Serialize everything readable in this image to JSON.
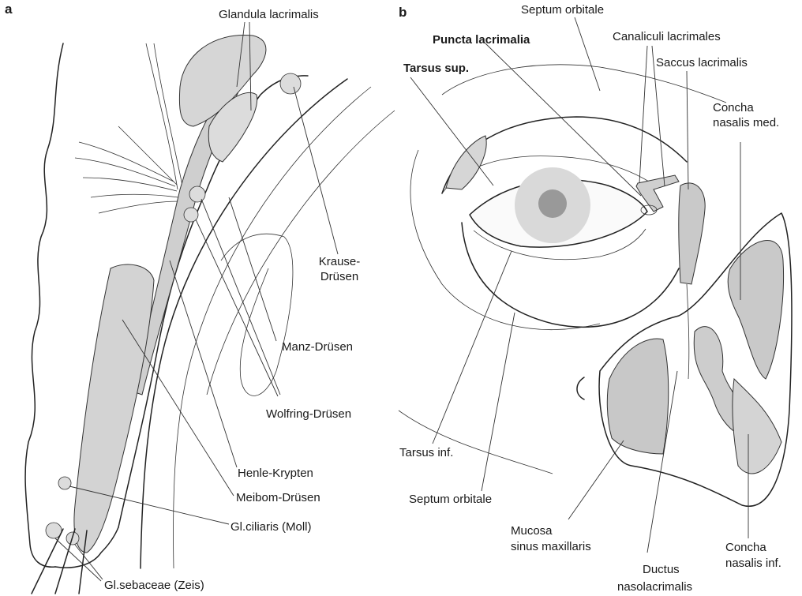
{
  "panels": {
    "a": "a",
    "b": "b"
  },
  "labels_a": {
    "glandula_lacrimalis": "Glandula lacrimalis",
    "krause_1": "Krause-",
    "krause_2": "Drüsen",
    "manz": "Manz-Drüsen",
    "wolfring": "Wolfring-Drüsen",
    "henle": "Henle-Krypten",
    "meibom": "Meibom-Drüsen",
    "gl_ciliaris": "Gl.ciliaris (Moll)",
    "gl_sebaceae": "Gl.sebaceae (Zeis)"
  },
  "labels_b": {
    "septum_orbitale_top": "Septum orbitale",
    "puncta": "Puncta lacrimalia",
    "canaliculi": "Canaliculi lacrimales",
    "tarsus_sup": "Tarsus sup.",
    "saccus": "Saccus lacrimalis",
    "concha_med_1": "Concha",
    "concha_med_2": "nasalis med.",
    "tarsus_inf": "Tarsus inf.",
    "septum_orbitale_bottom": "Septum orbitale",
    "mucosa_1": "Mucosa",
    "mucosa_2": "sinus maxillaris",
    "ductus_1": "Ductus",
    "ductus_2": "nasolacrimalis",
    "concha_inf_1": "Concha",
    "concha_inf_2": "nasalis inf."
  },
  "colors": {
    "line": "#222222",
    "tissue_gray": "#cfcfcf",
    "iris": "#d9d9d9",
    "pupil": "#999999",
    "background": "#ffffff"
  }
}
